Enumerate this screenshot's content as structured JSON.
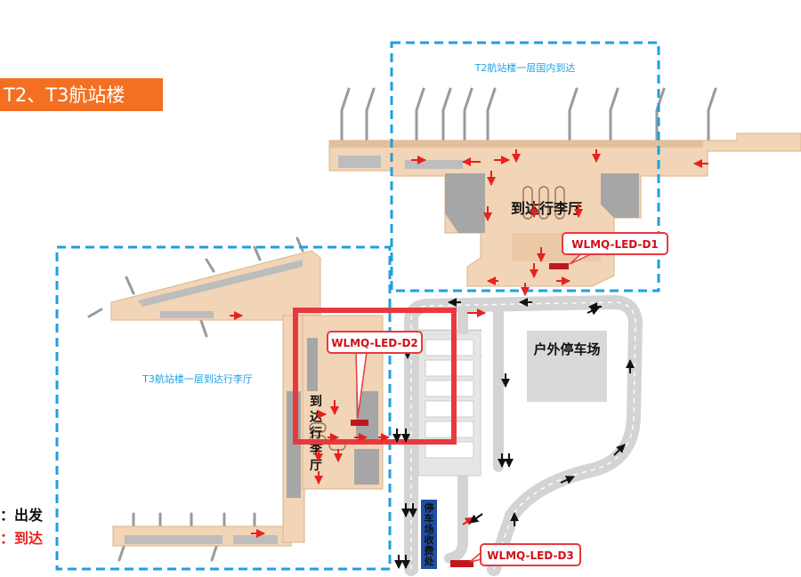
{
  "header": {
    "title": "T2、T3航站楼",
    "title_bg": "#f36f21"
  },
  "zones": {
    "t2_label": "T2航站楼一层国内到达",
    "t3_label": "T3航站楼一层到达行李厅"
  },
  "areas": {
    "t2_baggage_hall": "到达行李厅",
    "t3_baggage_hall": [
      "到",
      "达",
      "行",
      "李",
      "厅"
    ],
    "outdoor_parking": "户外停车场",
    "toll_booth": [
      "停",
      "车",
      "场",
      "收",
      "费",
      "处"
    ]
  },
  "screens": {
    "d1": "WLMQ-LED-D1",
    "d2": "WLMQ-LED-D2",
    "d3": "WLMQ-LED-D3"
  },
  "legend": {
    "departure": "：出发",
    "arrival": "：到达"
  },
  "colors": {
    "building": "#f2d4b6",
    "building_edge": "#d9b38c",
    "gray_block": "#a6a6a6",
    "zone_border": "#1ea0e0",
    "zone_text": "#1ea0e0",
    "highlight": "#e8393e",
    "arrival_arrow": "#e8201f",
    "departure_arrow": "#111111",
    "road": "#d4d4d4",
    "parking": "#d9d9d9",
    "toll_booth_bg": "#1f4ea3"
  }
}
